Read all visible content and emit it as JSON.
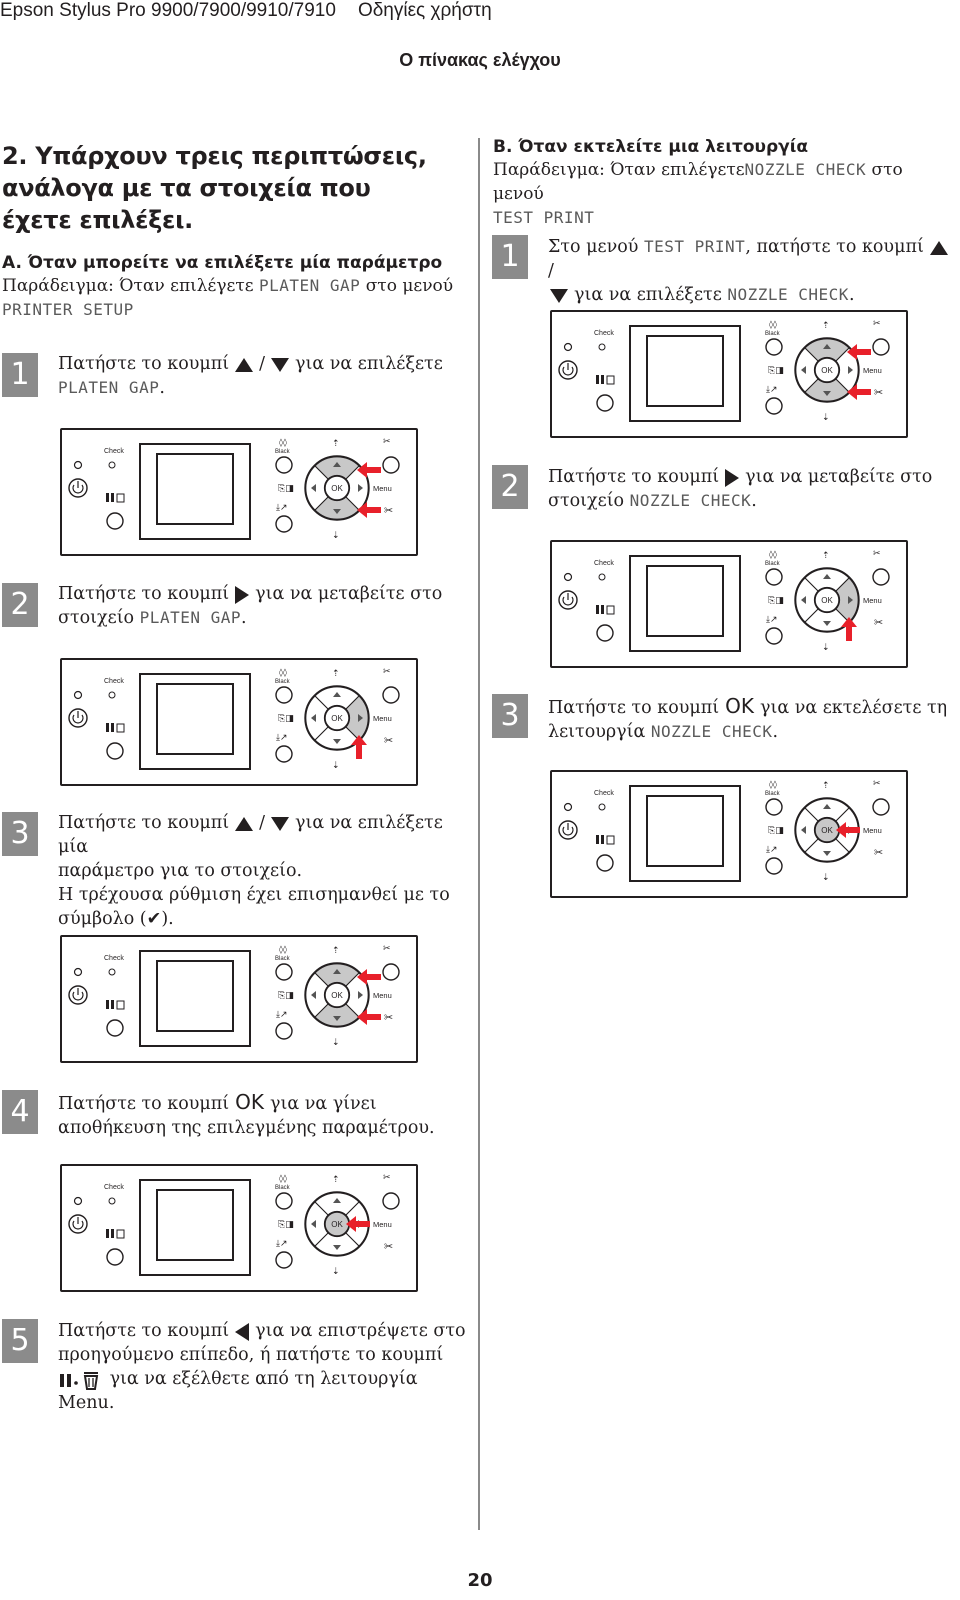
{
  "header": {
    "product": "Epson Stylus Pro 9900/7900/9910/7910",
    "guide": "Οδηγίες χρήστη",
    "section_title": "Ο πίνακας ελέγχου",
    "page_number": "20"
  },
  "left": {
    "heading": "2. Υπάρχουν τρεις περιπτώσεις, ανάλογα με τα στοιχεία που έχετε επιλέξει.",
    "case_a": {
      "title": "A. Όταν μπορείτε να επιλέξετε μία παράμετρο",
      "example_prefix": "Παράδειγμα: Όταν επιλέγετε",
      "example_item": "PLATEN GAP",
      "example_mid": "στο μενού",
      "example_menu": "PRINTER SETUP"
    },
    "steps": [
      {
        "num": "1",
        "t1": "Πατήστε το κουμπί",
        "sep": "/",
        "t2": "για να επιλέξετε",
        "item": "PLATEN GAP",
        "end": "."
      },
      {
        "num": "2",
        "t1": "Πατήστε το κουμπί",
        "t2": "για να μεταβείτε στο",
        "t3": "στοιχείο",
        "item": "PLATEN GAP",
        "end": "."
      },
      {
        "num": "3",
        "t1": "Πατήστε το κουμπί",
        "sep": "/",
        "t2": "για να επιλέξετε μία",
        "l2": "παράμετρο για το στοιχείο.",
        "l3": "Η τρέχουσα ρύθμιση έχει επισημανθεί με το",
        "l4a": "σύμβολο (",
        "check": "✔",
        "l4b": ")."
      },
      {
        "num": "4",
        "t1": "Πατήστε το κουμπί",
        "ok": "OK",
        "t2": "για να γίνει",
        "l2": "αποθήκευση της επιλεγμένης παραμέτρου."
      },
      {
        "num": "5",
        "t1": "Πατήστε το κουμπί",
        "t2": "για να επιστρέψετε στο",
        "l2": "προηγούμενο επίπεδο, ή πατήστε το κουμπί",
        "l3": "για να εξέλθετε από τη λειτουργία Menu."
      }
    ]
  },
  "right": {
    "case_b": {
      "title": "B. Όταν εκτελείτε μια λειτουργία",
      "example_prefix": "Παράδειγμα: Όταν επιλέγετε",
      "example_item": "NOZZLE CHECK",
      "example_mid": "στο μενού",
      "example_menu": "TEST PRINT"
    },
    "steps": [
      {
        "num": "1",
        "t1": "Στο μενού",
        "menu": "TEST PRINT",
        "t2": ", πατήστε το κουμπί",
        "sep": "/",
        "t3": "για να επιλέξετε",
        "item": "NOZZLE CHECK",
        "end": "."
      },
      {
        "num": "2",
        "t1": "Πατήστε το κουμπί",
        "t2": "για να μεταβείτε στο",
        "t3": "στοιχείο",
        "item": "NOZZLE CHECK",
        "end": "."
      },
      {
        "num": "3",
        "t1": "Πατήστε το κουμπί",
        "ok": "OK",
        "t2": "για να εκτελέσετε τη",
        "t3": "λειτουργία",
        "item": "NOZZLE CHECK",
        "end": "."
      }
    ]
  },
  "panel_labels": {
    "check": "Check",
    "black": "Black",
    "ok": "OK",
    "menu": "Menu"
  },
  "panels": [
    {
      "id": "left-1",
      "highlight": "up-down"
    },
    {
      "id": "left-2",
      "highlight": "right"
    },
    {
      "id": "left-3",
      "highlight": "up-down"
    },
    {
      "id": "left-4",
      "highlight": "ok"
    },
    {
      "id": "left-5",
      "highlight": "none"
    },
    {
      "id": "right-1",
      "highlight": "up-down"
    },
    {
      "id": "right-2",
      "highlight": "right"
    },
    {
      "id": "right-3",
      "highlight": "ok"
    }
  ],
  "colors": {
    "arrow": "#e8202a",
    "stepbox": "#8b8b8b",
    "highlight": "#c8c8c8"
  }
}
